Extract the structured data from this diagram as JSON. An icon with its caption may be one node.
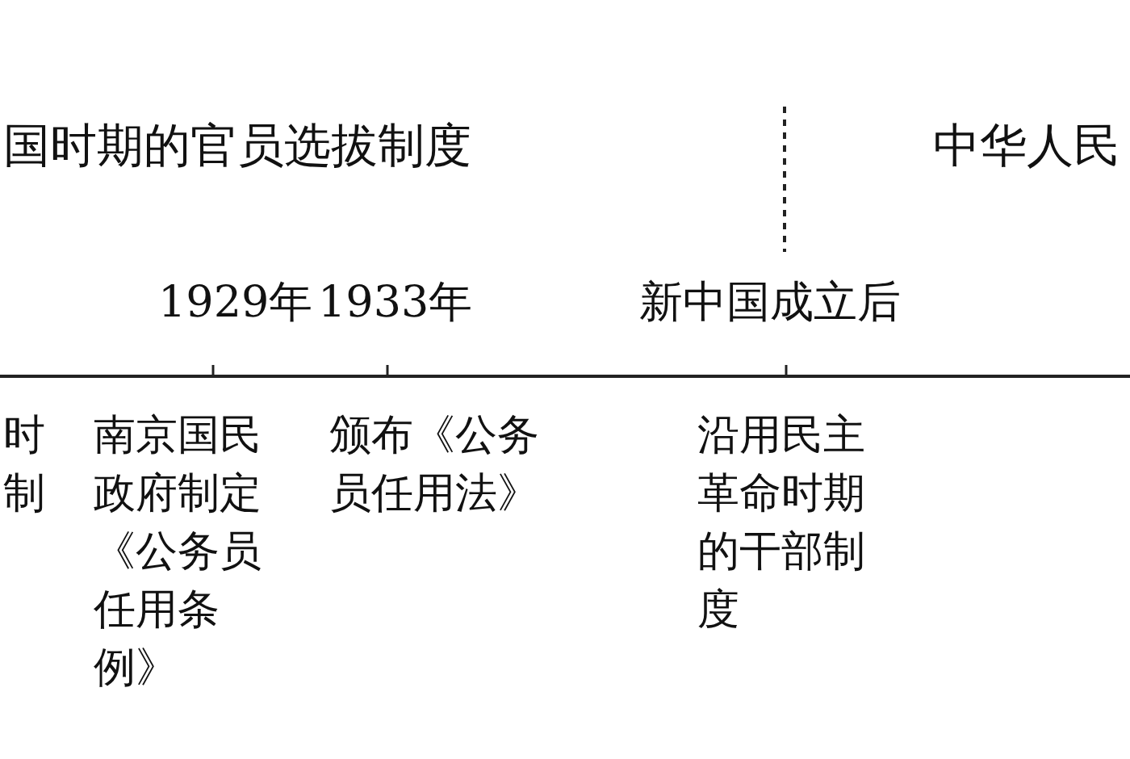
{
  "diagram": {
    "labels": [
      "国时期的官员选拔制度",
      "中华人民",
      "1929年",
      "1933年",
      "新中国成立后",
      "时制",
      "南京国民政府制定《公务员任用条例》",
      "颁布《公务员任用法》",
      "沿用民主革命时期的干部制度"
    ]
  }
}
